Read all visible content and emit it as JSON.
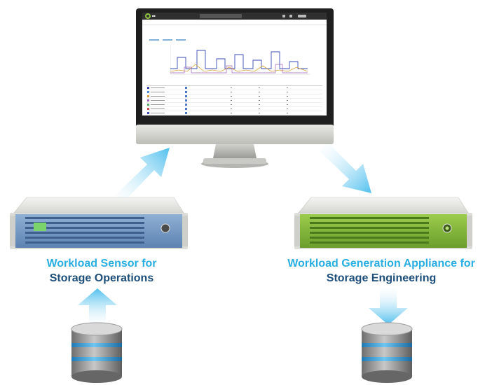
{
  "captions": {
    "sensor": {
      "line1": "Workload Sensor for",
      "line2": "Storage Operations"
    },
    "appliance": {
      "line1": "Workload Generation Appliance for",
      "line2": "Storage Engineering"
    }
  },
  "colors": {
    "caption_primary": "#29aee3",
    "caption_secondary": "#1e4e7a",
    "arrow": "#5cc3ee",
    "sensor_front": "#6f97c4",
    "appliance_front": "#7cb33a",
    "database": "#8c8c8c",
    "database_band": "#3aa0d8"
  },
  "nodes": [
    {
      "id": "monitor",
      "kind": "monitor-with-dashboard"
    },
    {
      "id": "sensor",
      "kind": "rack-server-blue"
    },
    {
      "id": "appliance",
      "kind": "rack-server-green"
    },
    {
      "id": "db-left",
      "kind": "database-icon"
    },
    {
      "id": "db-right",
      "kind": "database-icon"
    }
  ],
  "edges": [
    {
      "from": "db-left",
      "to": "sensor",
      "icon": "arrow-up-icon"
    },
    {
      "from": "sensor",
      "to": "monitor",
      "icon": "arrow-up-right-icon"
    },
    {
      "from": "monitor",
      "to": "appliance",
      "icon": "arrow-down-right-icon"
    },
    {
      "from": "appliance",
      "to": "db-right",
      "icon": "arrow-down-icon"
    }
  ]
}
